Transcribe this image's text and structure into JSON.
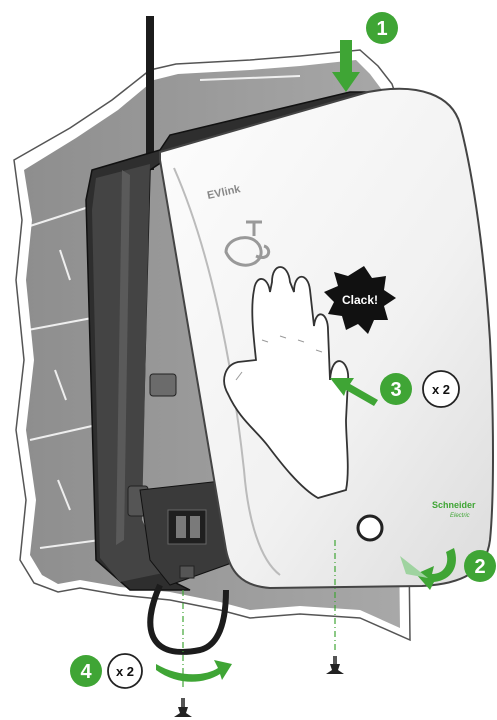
{
  "product": {
    "brand_label": "EVlink",
    "maker_logo_line1": "Schneider",
    "maker_logo_line2": "Electric"
  },
  "callouts": {
    "clack_text": "Clack!",
    "step1_number": "1",
    "step2_number": "2",
    "step3_number": "3",
    "step3_multiplier": "x 2",
    "step4_number": "4",
    "step4_multiplier": "x 2"
  },
  "colors": {
    "step_green": "#3fa535",
    "light_green": "#9fd3a0",
    "wall_grey": "#9a9a9a",
    "housing_dark": "#3b3b3b",
    "cover_white": "#f4f4f4",
    "burst_black": "#111111"
  },
  "icons": {
    "ev_plug": "ev-plug-icon",
    "hand": "hand-press-icon",
    "screw": "screw-icon"
  }
}
